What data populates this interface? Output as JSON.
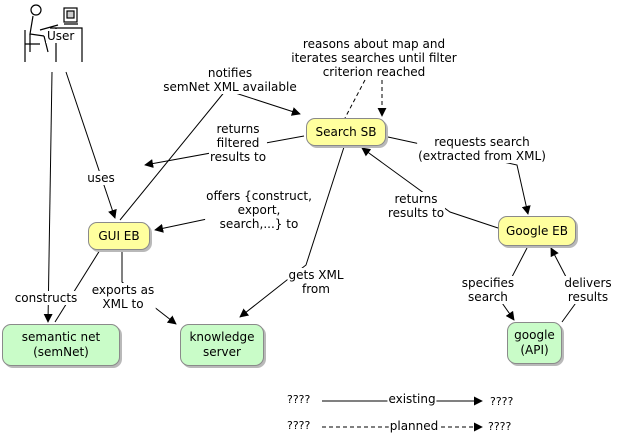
{
  "nodes": {
    "user": "User",
    "search_sb": "Search SB",
    "gui_eb": "GUI EB",
    "google_eb": "Google EB",
    "semantic_net": "semantic net\n(semNet)",
    "knowledge_server": "knowledge\nserver",
    "google_api": "google\n(API)"
  },
  "edge_labels": {
    "reasons": "reasons about map and\niterates searches until filter\ncriterion reached",
    "notifies": "notifies\nsemNet XML available",
    "returns_filtered": "returns\nfiltered\nresults to",
    "requests_search": "requests search\n(extracted from XML)",
    "uses": "uses",
    "offers": "offers {construct,\nexport,\nsearch,...} to",
    "returns_results": "returns\nresults to",
    "gets_xml": "gets XML\nfrom",
    "constructs": "constructs",
    "exports": "exports as\nXML to",
    "specifies_search": "specifies\nsearch",
    "delivers_results": "delivers\nresults"
  },
  "legend": {
    "existing": {
      "from": "????",
      "label": "existing",
      "to": "????"
    },
    "planned": {
      "from": "????",
      "label": "planned",
      "to": "????"
    }
  },
  "colors": {
    "process_node": "#ffff9e",
    "resource_node": "#c9fcc8",
    "line": "#000000"
  },
  "icons": {
    "user": "person-at-computer-icon"
  }
}
